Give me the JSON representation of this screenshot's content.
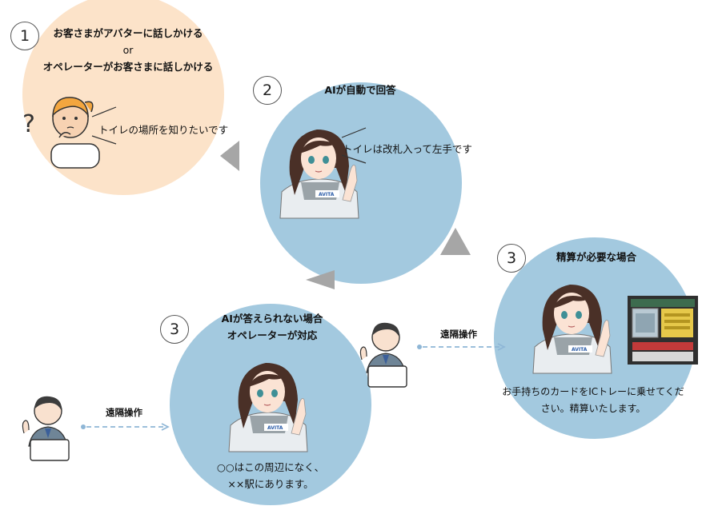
{
  "step1": {
    "number": "1",
    "title_lines": [
      "お客さまがアバターに話しかける",
      "or",
      "オペレーターがお客さまに話しかける"
    ],
    "speech": "トイレの場所を知りたいです",
    "color": "#fce3c9"
  },
  "step2": {
    "number": "2",
    "title": "AIが自動で回答",
    "speech": "トイレは改札入って左手です",
    "color": "#a3c9df"
  },
  "step3a": {
    "number": "3",
    "title_lines": [
      "AIが答えられない場合",
      "オペレーターが対応"
    ],
    "speech_lines": [
      "○○はこの周辺になく、",
      "××駅にあります。"
    ],
    "remote_label": "遠隔操作",
    "color": "#a3c9df"
  },
  "step3b": {
    "number": "3",
    "title": "精算が必要な場合",
    "speech_lines": [
      "お手持ちのカードをICトレーに乗せてくだ",
      "さい。精算いたします。"
    ],
    "remote_label": "遠隔操作",
    "color": "#a3c9df"
  },
  "avatar_badge": "AVITA"
}
